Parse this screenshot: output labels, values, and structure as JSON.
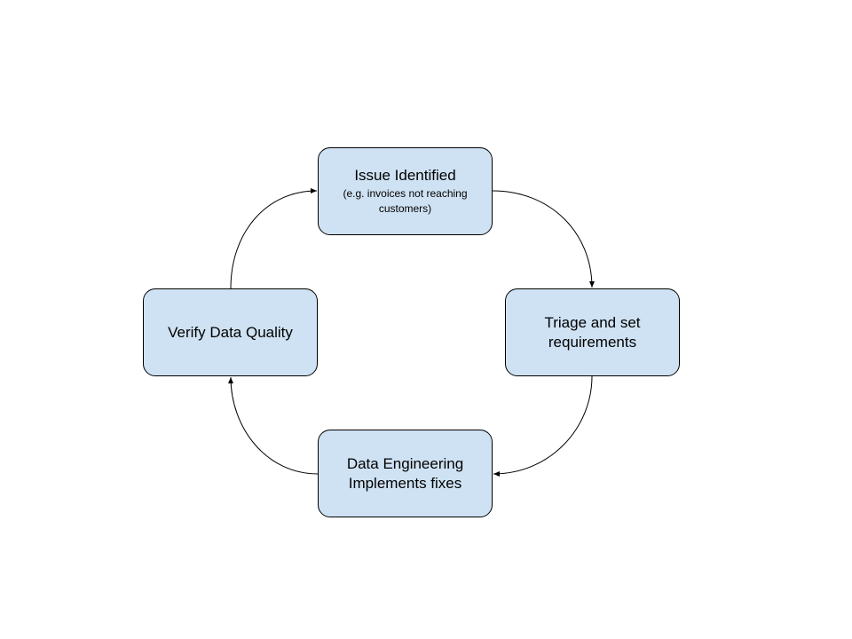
{
  "diagram": {
    "node_fill": "#cfe2f3",
    "node_border": "#000000",
    "connector_color": "#000000",
    "nodes": [
      {
        "id": "issue",
        "title": "Issue Identified",
        "subtitle": "(e.g. invoices not reaching\ncustomers)"
      },
      {
        "id": "triage",
        "title": "Triage and set\nrequirements"
      },
      {
        "id": "fix",
        "title": "Data Engineering\nImplements fixes"
      },
      {
        "id": "verify",
        "title": "Verify Data Quality"
      }
    ],
    "edges": [
      {
        "from": "issue",
        "to": "triage"
      },
      {
        "from": "triage",
        "to": "fix"
      },
      {
        "from": "fix",
        "to": "verify"
      },
      {
        "from": "verify",
        "to": "issue"
      }
    ]
  }
}
